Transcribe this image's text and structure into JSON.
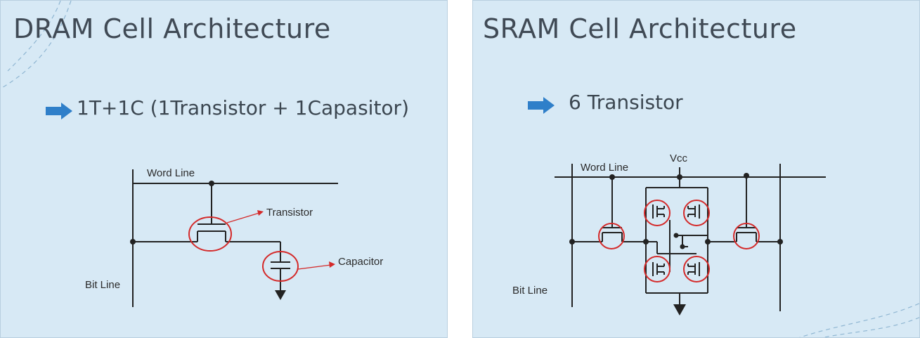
{
  "dram": {
    "title": "DRAM Cell Architecture",
    "bullet": "1T+1C (1Transistor + 1Capasitor)",
    "labels": {
      "word_line": "Word Line",
      "bit_line": "Bit Line",
      "transistor": "Transistor",
      "capacitor": "Capacitor"
    }
  },
  "sram": {
    "title": "SRAM Cell Architecture",
    "bullet": "6 Transistor",
    "labels": {
      "word_line": "Word Line",
      "vcc": "Vcc",
      "bit_line": "Bit Line"
    }
  },
  "colors": {
    "panel_bg": "#d7e9f5",
    "arrow": "#2f7fc9",
    "highlight": "#d42a2a",
    "line": "#222222"
  },
  "icons": [
    "arrow-right-icon"
  ]
}
